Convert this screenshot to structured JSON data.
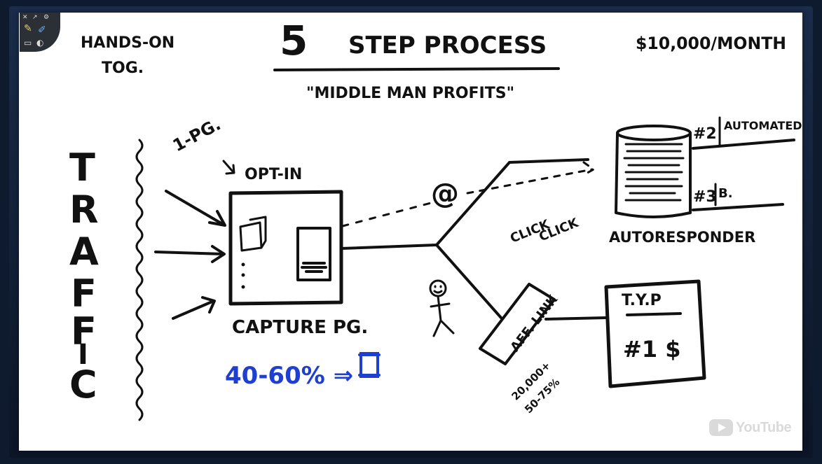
{
  "whiteboard": {
    "title_number": "5",
    "title_text": "STEP PROCESS",
    "subtitle": "\"MIDDLE MAN PROFITS\"",
    "top_left_line1": "HANDS-ON",
    "top_left_line2": "TOG.",
    "top_right": "$10,000/MONTH",
    "traffic_letters": [
      "T",
      "R",
      "A",
      "F",
      "F",
      "I",
      "C"
    ],
    "one_page": "1-PG.",
    "opt_in": "OPT-IN",
    "capture_label": "CAPTURE PG.",
    "conversion": "40-60% ⇒",
    "at_symbol": "@",
    "click_text_1": "CLICK",
    "click_text_2": "CLICK",
    "autoresponder_label": "AUTORESPONDER",
    "step2_label": "#2",
    "step2_text": "AUTOMATED",
    "step3_label": "#3",
    "step3_text": "B.",
    "aff_link": "AFF. LINK",
    "aff_stats_1": "20,000+",
    "aff_stats_2": "50-75%",
    "typ_title": "T.Y.P",
    "typ_price": "#1 $"
  },
  "overlay": {
    "watermark": "YouTube"
  },
  "colors": {
    "ink": "#111111",
    "blue_ink": "#1f3fd0",
    "board": "#ffffff",
    "frame": "#0e1a2e"
  }
}
